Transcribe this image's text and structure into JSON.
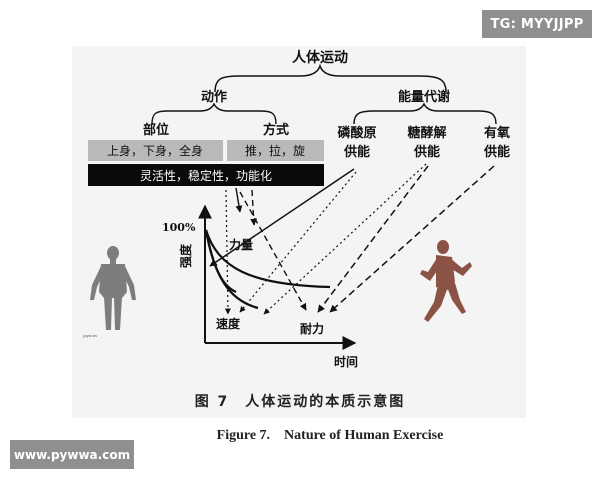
{
  "watermarks": {
    "top": "TG: MYYJJPP",
    "bottom": "www.pywwa.com"
  },
  "diagram": {
    "root": "人体运动",
    "branch_action": "动作",
    "branch_energy": "能量代谢",
    "action_part": "部位",
    "action_method": "方式",
    "part_values": "上身，下身，全身",
    "method_values": "推，拉，旋",
    "qualities": "灵活性，稳定性，功能化",
    "energy_phosphagen": [
      "磷酸原",
      "供能"
    ],
    "energy_glycolytic": [
      "糖酵解",
      "供能"
    ],
    "energy_aerobic": [
      "有氧",
      "供能"
    ]
  },
  "chart": {
    "y_max_label": "100%",
    "y_axis_label": "强度",
    "x_axis_label": "时间",
    "curve_strength": "力量",
    "curve_speed": "速度",
    "curve_endurance": "耐力",
    "figure_tag": "jaynow"
  },
  "captions": {
    "cn": "图 7　人体运动的本质示意图",
    "en": "Figure 7.　Nature of Human Exercise"
  },
  "colors": {
    "dark_bar": "#0a0a0a",
    "grey_box": "#b9b9b9",
    "body_grey": "#7d7d7d",
    "runner_red": "#8a5346"
  }
}
